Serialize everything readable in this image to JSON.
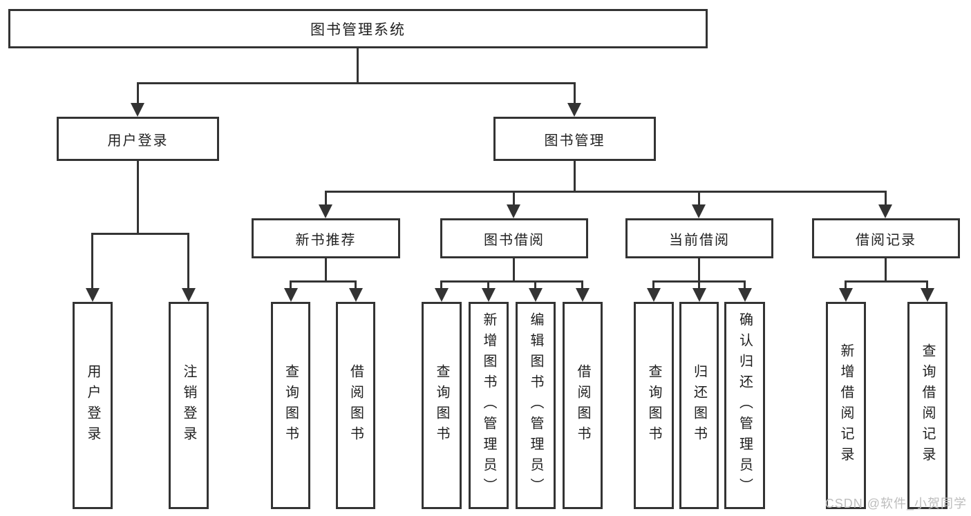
{
  "diagram": {
    "title": "图书管理系统",
    "level2": [
      {
        "label": "用户登录",
        "children": [
          "用户登录",
          "注销登录"
        ]
      },
      {
        "label": "图书管理"
      }
    ],
    "level3": [
      {
        "label": "新书推荐",
        "children": [
          "查询图书",
          "借阅图书"
        ]
      },
      {
        "label": "图书借阅",
        "children": [
          "查询图书",
          "新增图书（管理员）",
          "编辑图书（管理员）",
          "借阅图书"
        ]
      },
      {
        "label": "当前借阅",
        "children": [
          "查询图书",
          "归还图书",
          "确认归还（管理员）"
        ]
      },
      {
        "label": "借阅记录",
        "children": [
          "新增借阅记录",
          "查询借阅记录"
        ]
      }
    ]
  },
  "colors": {
    "line": "#333333",
    "text": "#1f1f1f",
    "background": "#ffffff",
    "watermark": "#bdbdbd"
  },
  "watermark": {
    "text": "CSDN @软件_小贺同学"
  }
}
